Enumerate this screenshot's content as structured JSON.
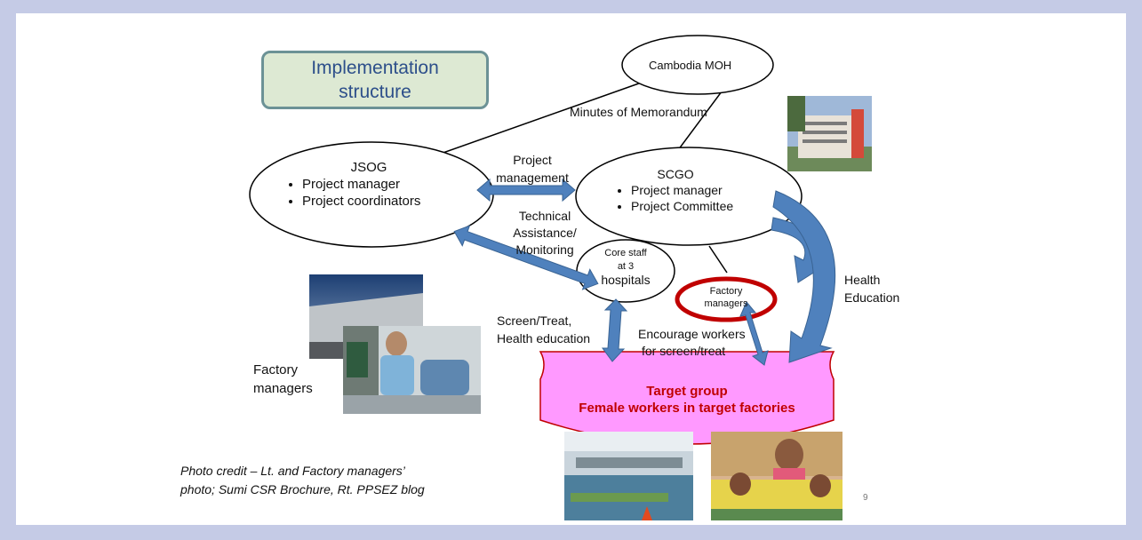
{
  "title": [
    "Implementation",
    "structure"
  ],
  "nodes": {
    "moh": "Cambodia MOH",
    "jsog": {
      "name": "JSOG",
      "items": [
        "Project manager",
        "Project coordinators"
      ]
    },
    "scgo": {
      "name": "SCGO",
      "items": [
        "Project manager",
        "Project Committee"
      ]
    },
    "core": [
      "Core staff",
      "at 3",
      "hospitals"
    ],
    "factory": [
      "Factory",
      "managers"
    ],
    "target": [
      "Target group",
      "Female workers in target factories"
    ]
  },
  "edge_labels": {
    "mom": "Minutes of Memorandum",
    "project_management": [
      "Project",
      "management"
    ],
    "technical": [
      "Technical",
      "Assistance/",
      "Monitoring"
    ],
    "screen_treat": [
      "Screen/Treat,",
      "Health education"
    ],
    "encourage": [
      "Encourage workers",
      "for screen/treat"
    ],
    "health_education": [
      "Health",
      "Education"
    ]
  },
  "photo_caption": [
    "Factory",
    "managers"
  ],
  "credit": [
    "Photo credit – Lt. and Factory managers’",
    "photo; Sumi CSR Brochure,  Rt.  PPSEZ blog"
  ],
  "page_number": "9",
  "colors": {
    "background": "#c5cbe6",
    "arrow": "#4f81bd",
    "target_fill": "#ff99ff",
    "target_text": "#c00000",
    "highlight_ring": "#c00000"
  }
}
